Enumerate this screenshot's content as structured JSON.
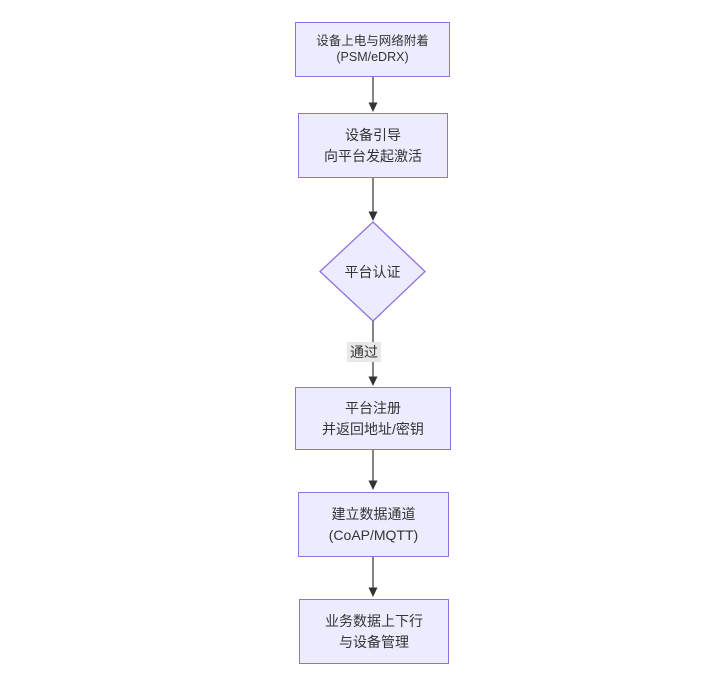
{
  "diagram": {
    "type": "flowchart",
    "direction": "top-down",
    "colors": {
      "background": "#ffffff",
      "node_fill": "#ECECFF",
      "node_border": "#9370DB",
      "edge_line": "#333333",
      "text": "#333333",
      "edge_label_bg": "#e8e8e8"
    },
    "nodes": [
      {
        "id": "power-attach",
        "shape": "rect",
        "lines": [
          "设备上电与网络附着",
          "(PSM/eDRX)"
        ]
      },
      {
        "id": "bootstrap",
        "shape": "rect",
        "lines": [
          "设备引导",
          "向平台发起激活"
        ]
      },
      {
        "id": "platform-auth",
        "shape": "diamond",
        "lines": [
          "平台认证"
        ]
      },
      {
        "id": "platform-register",
        "shape": "rect",
        "lines": [
          "平台注册",
          "并返回地址/密钥"
        ]
      },
      {
        "id": "data-channel",
        "shape": "rect",
        "lines": [
          "建立数据通道",
          "(CoAP/MQTT)"
        ]
      },
      {
        "id": "business",
        "shape": "rect",
        "lines": [
          "业务数据上下行",
          "与设备管理"
        ]
      }
    ],
    "edges": [
      {
        "from": "power-attach",
        "to": "bootstrap",
        "label": ""
      },
      {
        "from": "bootstrap",
        "to": "platform-auth",
        "label": ""
      },
      {
        "from": "platform-auth",
        "to": "platform-register",
        "label": "通过"
      },
      {
        "from": "platform-register",
        "to": "data-channel",
        "label": ""
      },
      {
        "from": "data-channel",
        "to": "business",
        "label": ""
      }
    ]
  }
}
